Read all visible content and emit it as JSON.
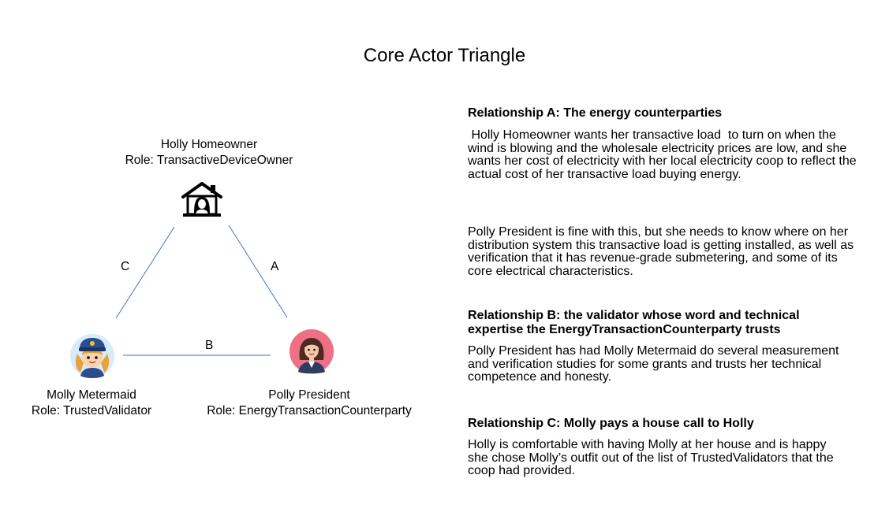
{
  "title": "Core Actor Triangle",
  "actors": {
    "holly": {
      "name": "Holly Homeowner",
      "role": "Role: TransactiveDeviceOwner"
    },
    "molly": {
      "name": "Molly Metermaid",
      "role": "Role: TrustedValidator"
    },
    "polly": {
      "name": "Polly President",
      "role": "Role: EnergyTransactionCounterparty"
    }
  },
  "edges": {
    "a": "A",
    "b": "B",
    "c": "C"
  },
  "relationships": {
    "a": {
      "heading": "Relationship A: The energy counterparties",
      "p1": " Holly Homeowner wants her transactive load  to turn on when the wind is blowing and the wholesale electricity prices are low, and she wants her cost of electricity with her local electricity coop to reflect the actual cost of her transactive load buying energy.",
      "p2": "Polly President is fine with this, but she needs to know where on her distribution system this transactive load is getting installed, as well as verification that it has revenue-grade submetering, and some of its core electrical characteristics."
    },
    "b": {
      "heading": "Relationship B: the validator whose word and technical expertise the EnergyTransactionCounterparty trusts",
      "p1": "Polly President has had Molly Metermaid do several measurement and verification studies for some grants and trusts her technical competence and honesty."
    },
    "c": {
      "heading": "Relationship C: Molly pays a house call to Holly",
      "p1": "Holly is comfortable with having Molly at her house and is happy she chose Molly’s outfit out of the list of TrustedValidators that the coop had provided."
    }
  },
  "colors": {
    "line": "#4472c4"
  }
}
